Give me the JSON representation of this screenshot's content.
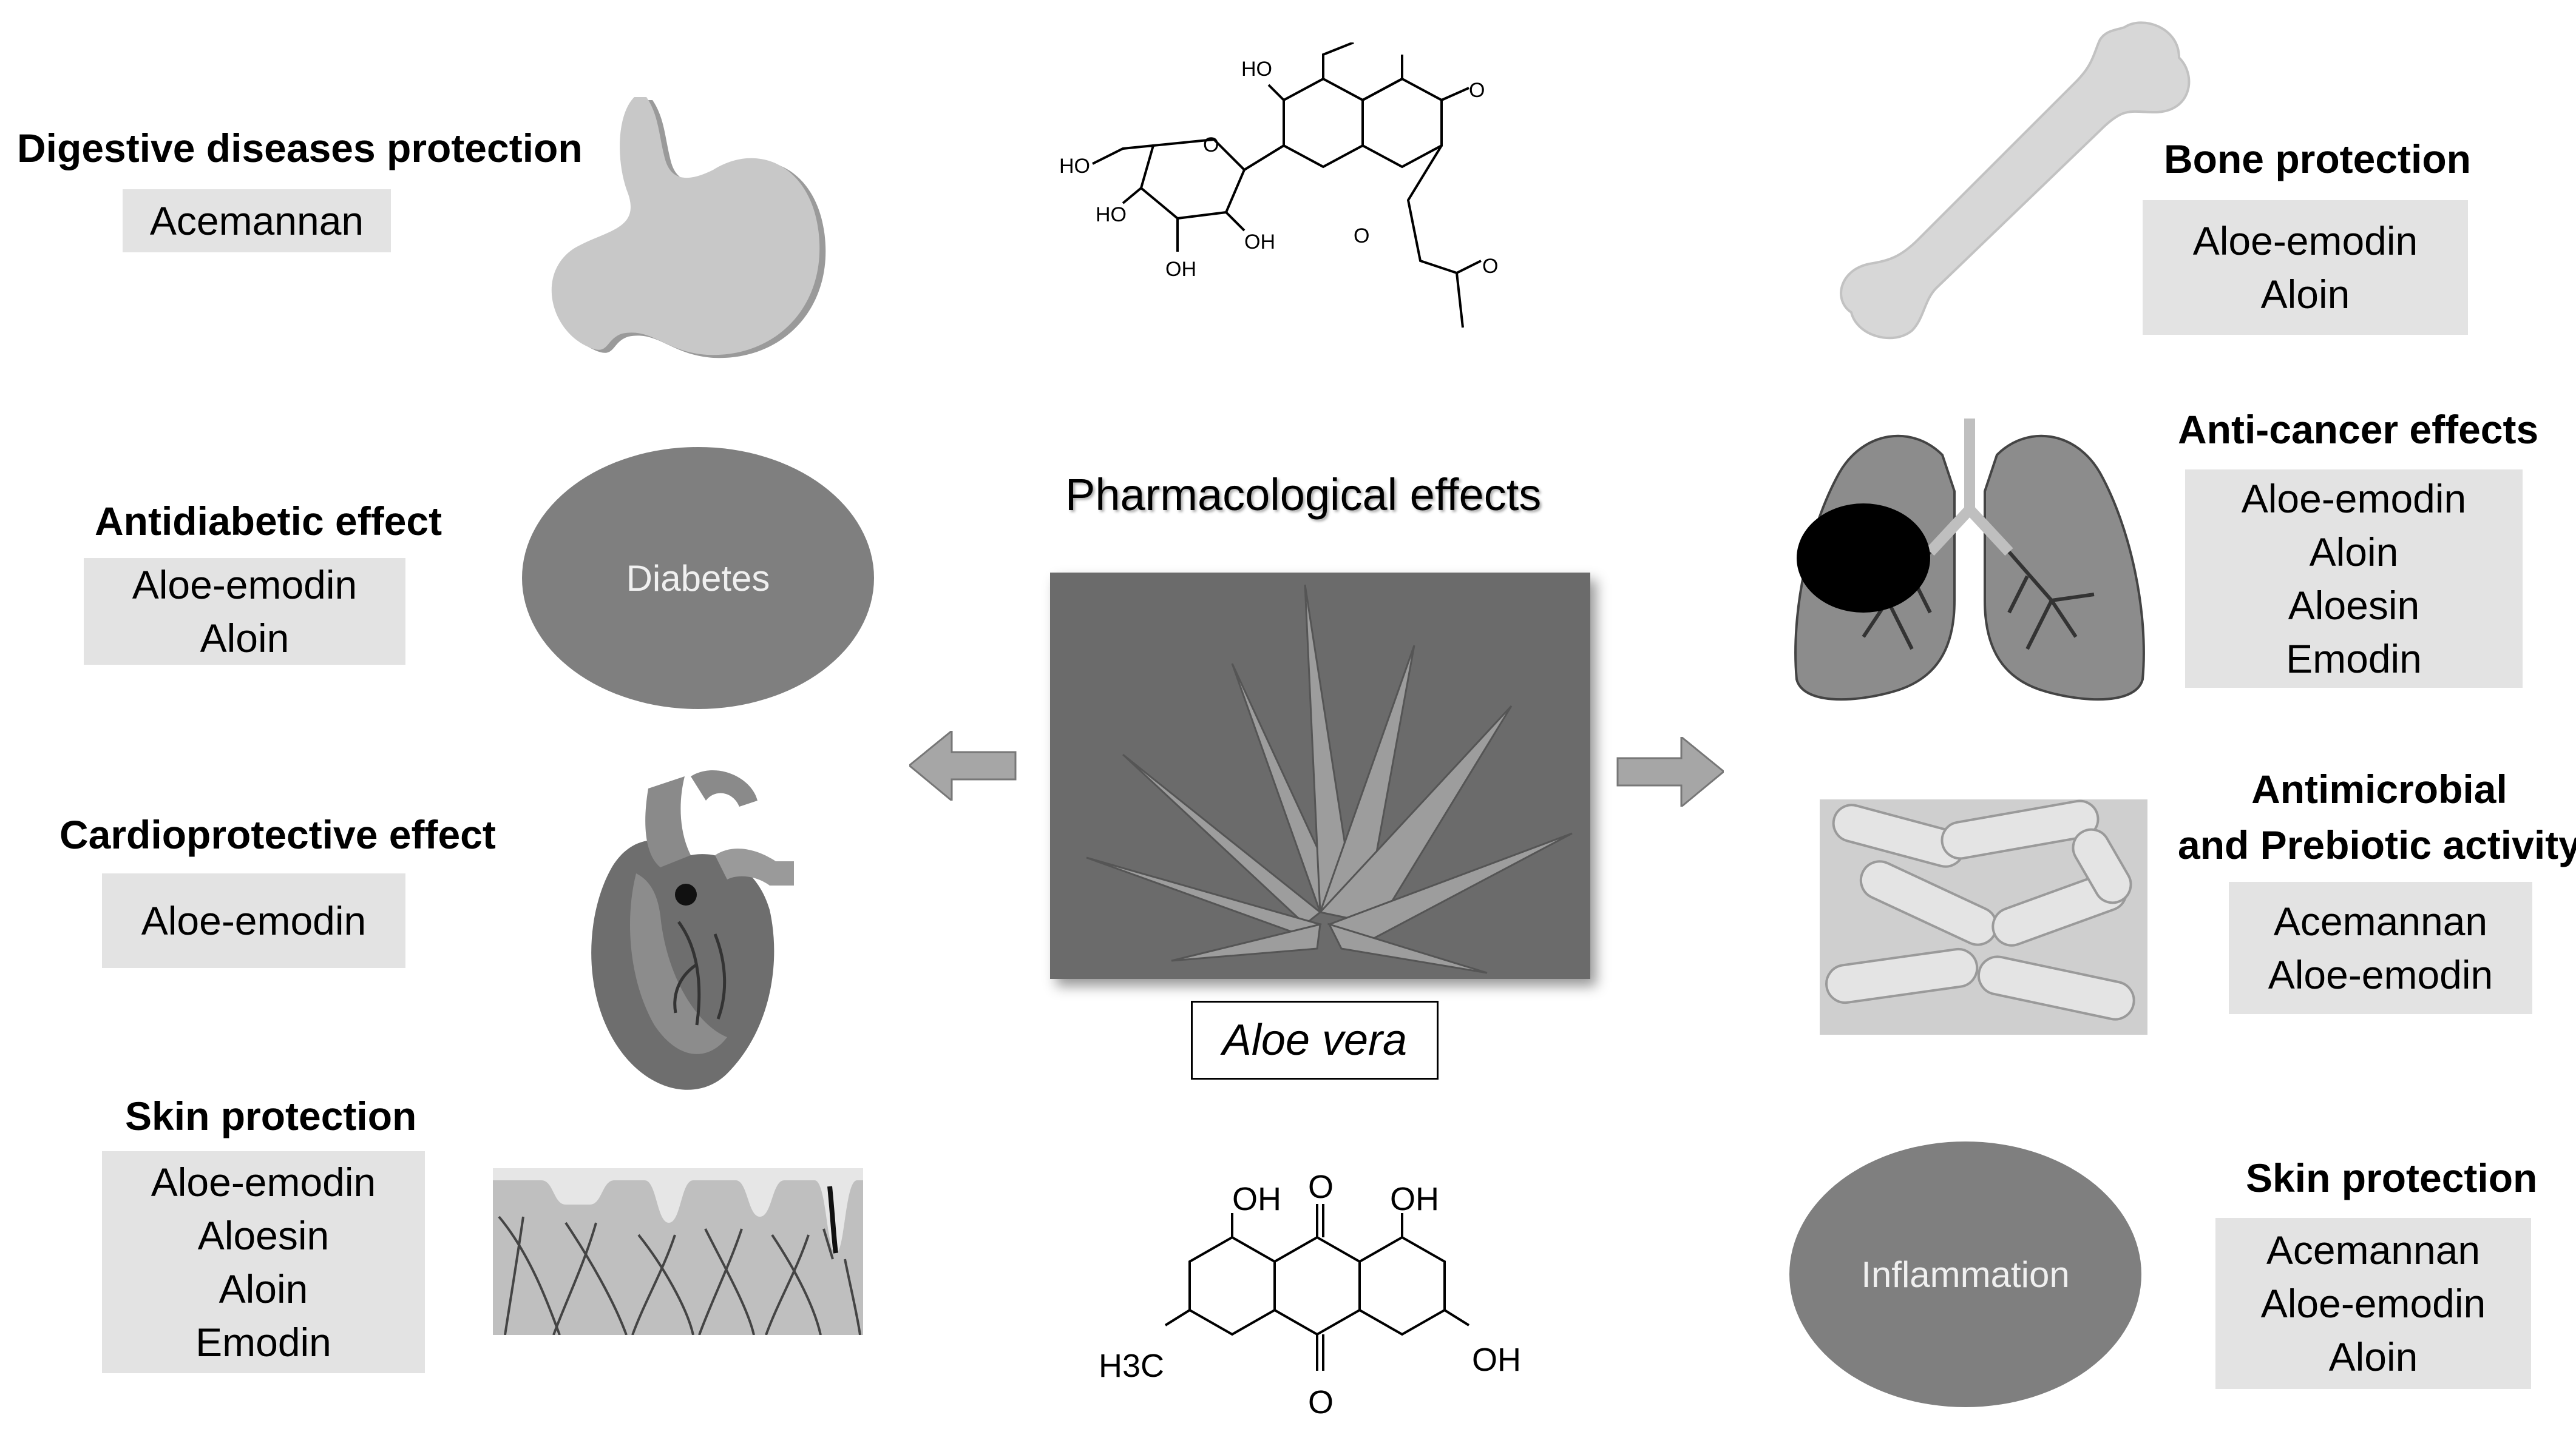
{
  "center": {
    "heading": "Pharmacological effects",
    "plant_label": "Aloe vera"
  },
  "left": [
    {
      "title": "Digestive diseases protection",
      "compounds": [
        "Acemannan"
      ],
      "icon": "stomach-icon"
    },
    {
      "title": "Antidiabetic effect",
      "compounds": [
        "Aloe-emodin",
        "Aloin"
      ],
      "icon": "diabetes-ellipse",
      "icon_label": "Diabetes"
    },
    {
      "title": "Cardioprotective effect",
      "compounds": [
        "Aloe-emodin"
      ],
      "icon": "heart-icon"
    },
    {
      "title": "Skin protection",
      "compounds": [
        "Aloe-emodin",
        "Aloesin",
        "Aloin",
        "Emodin"
      ],
      "icon": "skin-layer-icon"
    }
  ],
  "right": [
    {
      "title": "Bone protection",
      "compounds": [
        "Aloe-emodin",
        "Aloin"
      ],
      "icon": "bone-icon"
    },
    {
      "title": "Anti-cancer effects",
      "compounds": [
        "Aloe-emodin",
        "Aloin",
        "Aloesin",
        "Emodin"
      ],
      "icon": "lungs-icon"
    },
    {
      "title_lines": [
        "Antimicrobial",
        "and Prebiotic activity"
      ],
      "compounds": [
        "Acemannan",
        "Aloe-emodin"
      ],
      "icon": "bacteria-icon"
    },
    {
      "title": "Skin protection",
      "compounds": [
        "Acemannan",
        "Aloe-emodin",
        "Aloin"
      ],
      "icon": "inflammation-ellipse",
      "icon_label": "Inflammation"
    }
  ],
  "structures": {
    "top": {
      "labels": [
        "HO",
        "HO",
        "HO",
        "OH",
        "OH",
        "O",
        "O",
        "O",
        "O"
      ]
    },
    "bottom": {
      "labels": [
        "OH",
        "O",
        "OH",
        "H3C",
        "OH",
        "O"
      ]
    }
  },
  "colors": {
    "box_bg": "#e3e3e3",
    "ellipse": "#7f7f7f",
    "organ_dark": "#6e6e6e",
    "organ_light": "#bdbdbd",
    "arrow": "#a6a6a6"
  }
}
